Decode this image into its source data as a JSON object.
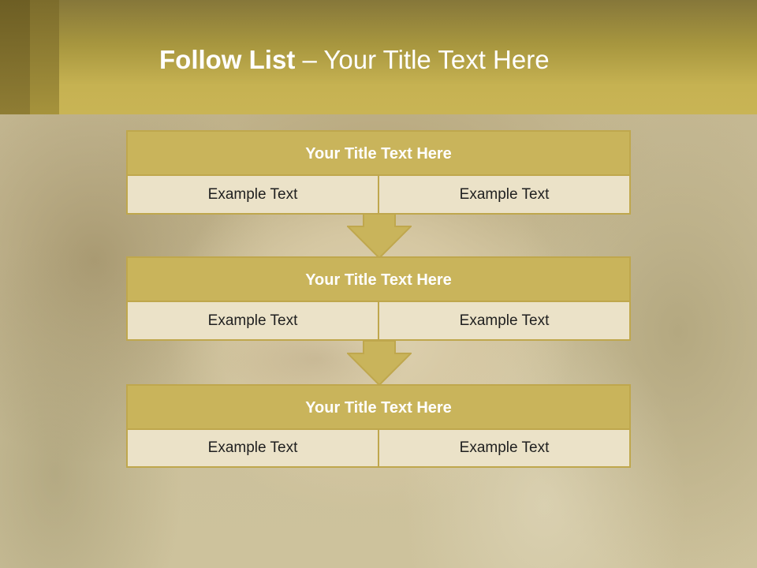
{
  "slide": {
    "title_bold": "Follow List",
    "title_rest": " – Your Title Text Here",
    "boxes": [
      {
        "title": "Your Title Text Here",
        "left": "Example Text",
        "right": "Example Text"
      },
      {
        "title": "Your Title Text Here",
        "left": "Example Text",
        "right": "Example Text"
      },
      {
        "title": "Your Title Text Here",
        "left": "Example Text",
        "right": "Example Text"
      }
    ]
  },
  "colors": {
    "header": "#c9b455",
    "box_header": "#c9b45b",
    "box_cell": "#ebe2c8",
    "box_border": "#bfa74d",
    "arrow_fill": "#c9b45b"
  },
  "icons": [
    "down-arrow-icon"
  ]
}
